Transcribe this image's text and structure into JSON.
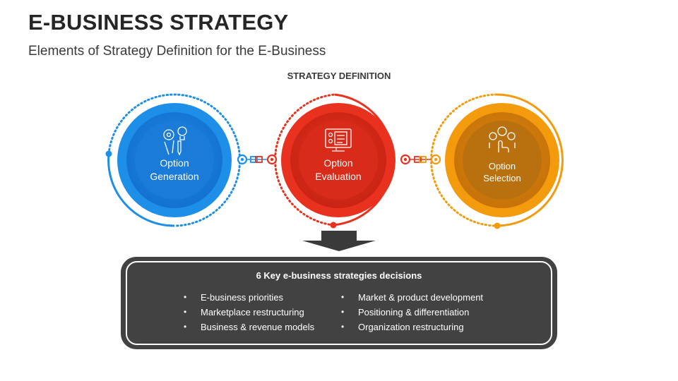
{
  "title": "E-BUSINESS STRATEGY",
  "subtitle": "Elements of Strategy Definition for the E-Business",
  "section_label": "STRATEGY DEFINITION",
  "steps": [
    {
      "label_line1": "Option",
      "label_line2": "Generation",
      "icon": "gears-lightbulb-pencil-icon",
      "color": "#1e8fe8"
    },
    {
      "label_line1": "Option",
      "label_line2": "Evaluation",
      "icon": "monitor-checklist-icon",
      "color": "#e8321f"
    },
    {
      "label_line1": "Option",
      "label_line2": "Selection",
      "icon": "hand-choice-people-icon",
      "color": "#f39a0d"
    }
  ],
  "decisions": {
    "title": "6 Key e-business strategies decisions",
    "left": [
      "E-business priorities",
      "Marketplace restructuring",
      "Business & revenue models"
    ],
    "right": [
      "Market & product development",
      "Positioning & differentiation",
      "Organization restructuring"
    ]
  },
  "colors": {
    "blue": "#1e8fe8",
    "red": "#e8321f",
    "orange": "#f39a0d",
    "panel": "#424242",
    "arrow": "#3a3a3a"
  }
}
